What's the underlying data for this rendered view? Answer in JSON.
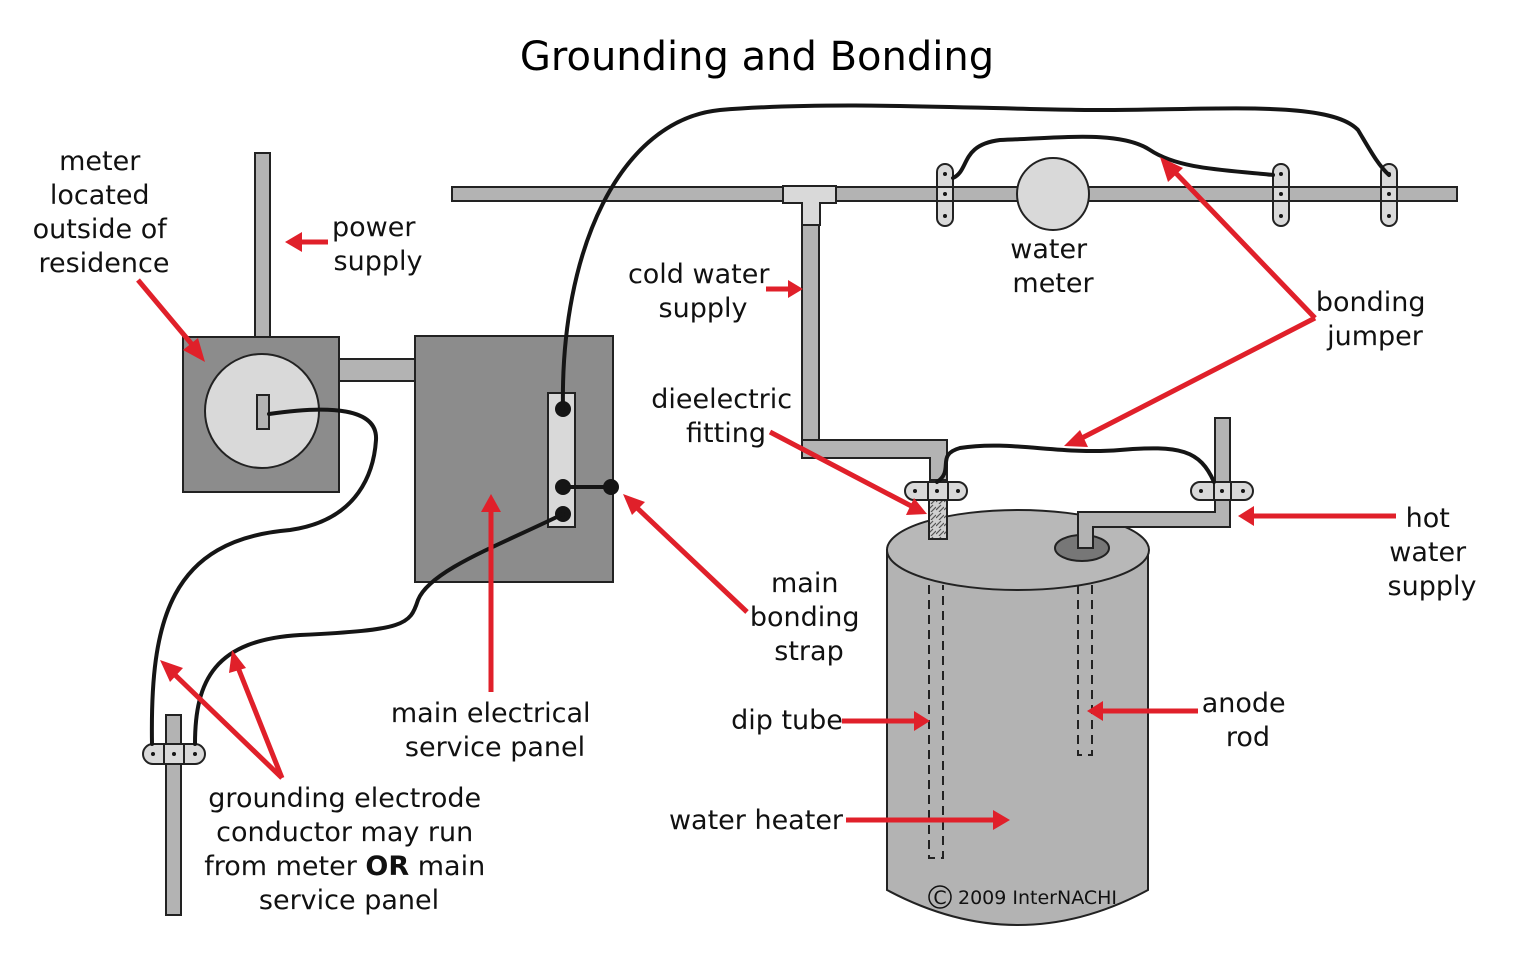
{
  "title": "Grounding and Bonding",
  "labels": {
    "meter_location": [
      "meter",
      "located",
      "outside of",
      "residence"
    ],
    "power_supply": [
      "power",
      "supply"
    ],
    "cold_water_supply": [
      "cold water",
      "supply"
    ],
    "water_meter": [
      "water",
      "meter"
    ],
    "bonding_jumper": [
      "bonding",
      "jumper"
    ],
    "dielectric_fitting": [
      "dieelectric",
      "fitting"
    ],
    "hot_water_supply": [
      "hot",
      "water",
      "supply"
    ],
    "main_bonding_strap": [
      "main",
      "bonding",
      "strap"
    ],
    "main_panel": [
      "main electrical",
      "service panel"
    ],
    "dip_tube": "dip tube",
    "anode_rod": [
      "anode",
      "rod"
    ],
    "water_heater": "water heater",
    "grounding_electrode": {
      "line1": "grounding electrode",
      "line2": "conductor may run",
      "line3_pre": "from meter ",
      "line3_bold": "OR",
      "line3_post": " main",
      "line4": "service panel"
    }
  },
  "copyright": {
    "symbol": "C",
    "text": "2009  InterNACHI"
  },
  "colors": {
    "arrow": "#e0202a",
    "pipe": "#b3b3b3",
    "box": "#8c8c8c",
    "light": "#d9d9d9",
    "wire": "#151515"
  }
}
